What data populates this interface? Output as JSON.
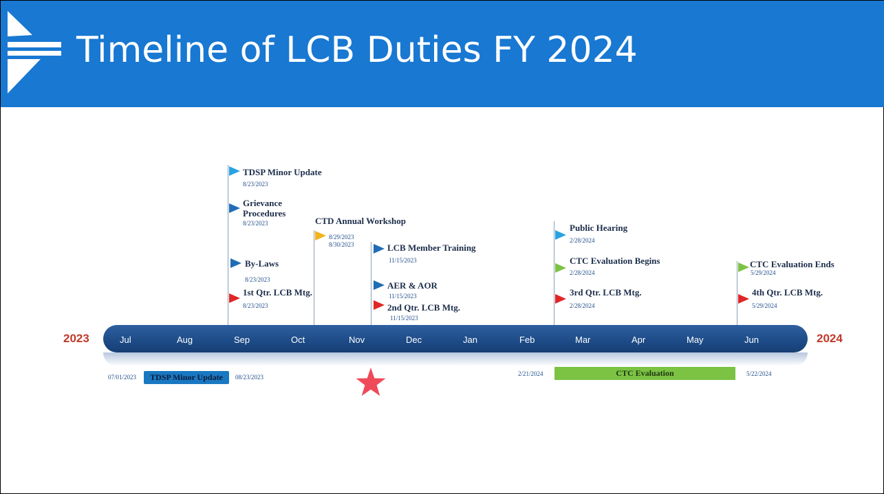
{
  "slide": {
    "title": "Timeline of LCB Duties FY 2024"
  },
  "timeline": {
    "start_year": "2023",
    "end_year": "2024",
    "months": [
      "Jul",
      "Aug",
      "Sep",
      "Oct",
      "Nov",
      "Dec",
      "Jan",
      "Feb",
      "Mar",
      "Apr",
      "May",
      "Jun"
    ],
    "milestones": [
      {
        "label": "TDSP Minor Update",
        "date": "8/23/2023",
        "flag_color": "#29a3e0"
      },
      {
        "label": "Grievance Procedures",
        "label_lines": [
          "Grievance",
          "Procedures"
        ],
        "date": "8/23/2023",
        "flag_color": "#1f6db5"
      },
      {
        "label": "By-Laws",
        "date": "8/23/2023",
        "flag_color": "#1f6db5"
      },
      {
        "label": "1st Qtr. LCB Mtg.",
        "date": "8/23/2023",
        "flag_color": "#e02626"
      },
      {
        "label": "CTD Annual Workshop",
        "date": "8/29/2023",
        "date2": "8/30/2023",
        "flag_color": "#f2b31b"
      },
      {
        "label": "LCB Member Training",
        "date": "11/15/2023",
        "flag_color": "#1f6db5"
      },
      {
        "label": "AER & AOR",
        "date": "11/15/2023",
        "flag_color": "#1f6db5"
      },
      {
        "label": "2nd Qtr. LCB Mtg.",
        "date": "11/15/2023",
        "flag_color": "#e02626"
      },
      {
        "label": "Public Hearing",
        "date": "2/28/2024",
        "flag_color": "#29a3e0"
      },
      {
        "label": "CTC Evaluation Begins",
        "date": "2/28/2024",
        "flag_color": "#7cc243"
      },
      {
        "label": "3rd Qtr. LCB Mtg.",
        "date": "2/28/2024",
        "flag_color": "#e02626"
      },
      {
        "label": "CTC Evaluation Ends",
        "date": "5/29/2024",
        "flag_color": "#7cc243"
      },
      {
        "label": "4th Qtr. LCB Mtg.",
        "date": "5/29/2024",
        "flag_color": "#e02626"
      }
    ],
    "spans": [
      {
        "label": "TDSP Minor Update",
        "start": "07/01/2023",
        "end": "08/23/2023",
        "color": "#1a78c2"
      },
      {
        "label": "CTC Evaluation",
        "start": "2/21/2024",
        "end": "5/22/2024",
        "color": "#7cc243"
      }
    ],
    "today_marker": "star-icon",
    "today_marker_color": "#ef4a5a"
  }
}
